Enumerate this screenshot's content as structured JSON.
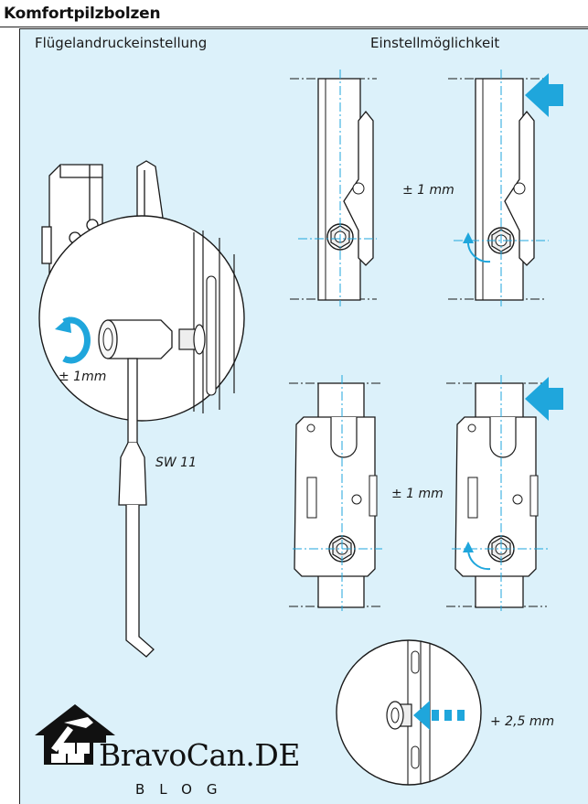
{
  "title": "Komfortpilzbolzen",
  "labels": {
    "left_heading": "Flügelandruckeinstellung",
    "right_heading": "Einstellmöglichkeit",
    "lens_adjust": "± 1mm",
    "wrench_size": "SW 11",
    "top_adjust": "± 1 mm",
    "middle_adjust": "± 1 mm",
    "bottom_adjust": "+ 2,5 mm"
  },
  "brand": {
    "name": "BravoCan.DE",
    "tagline": "BLOG"
  },
  "colors": {
    "panel_background": "#dcf1fa",
    "accent_blue": "#1fa6dc",
    "line": "#1a1a1a"
  },
  "icons": [
    "rotation-arrow-icon",
    "push-arrow-icon",
    "house-hammer-logo-icon"
  ]
}
